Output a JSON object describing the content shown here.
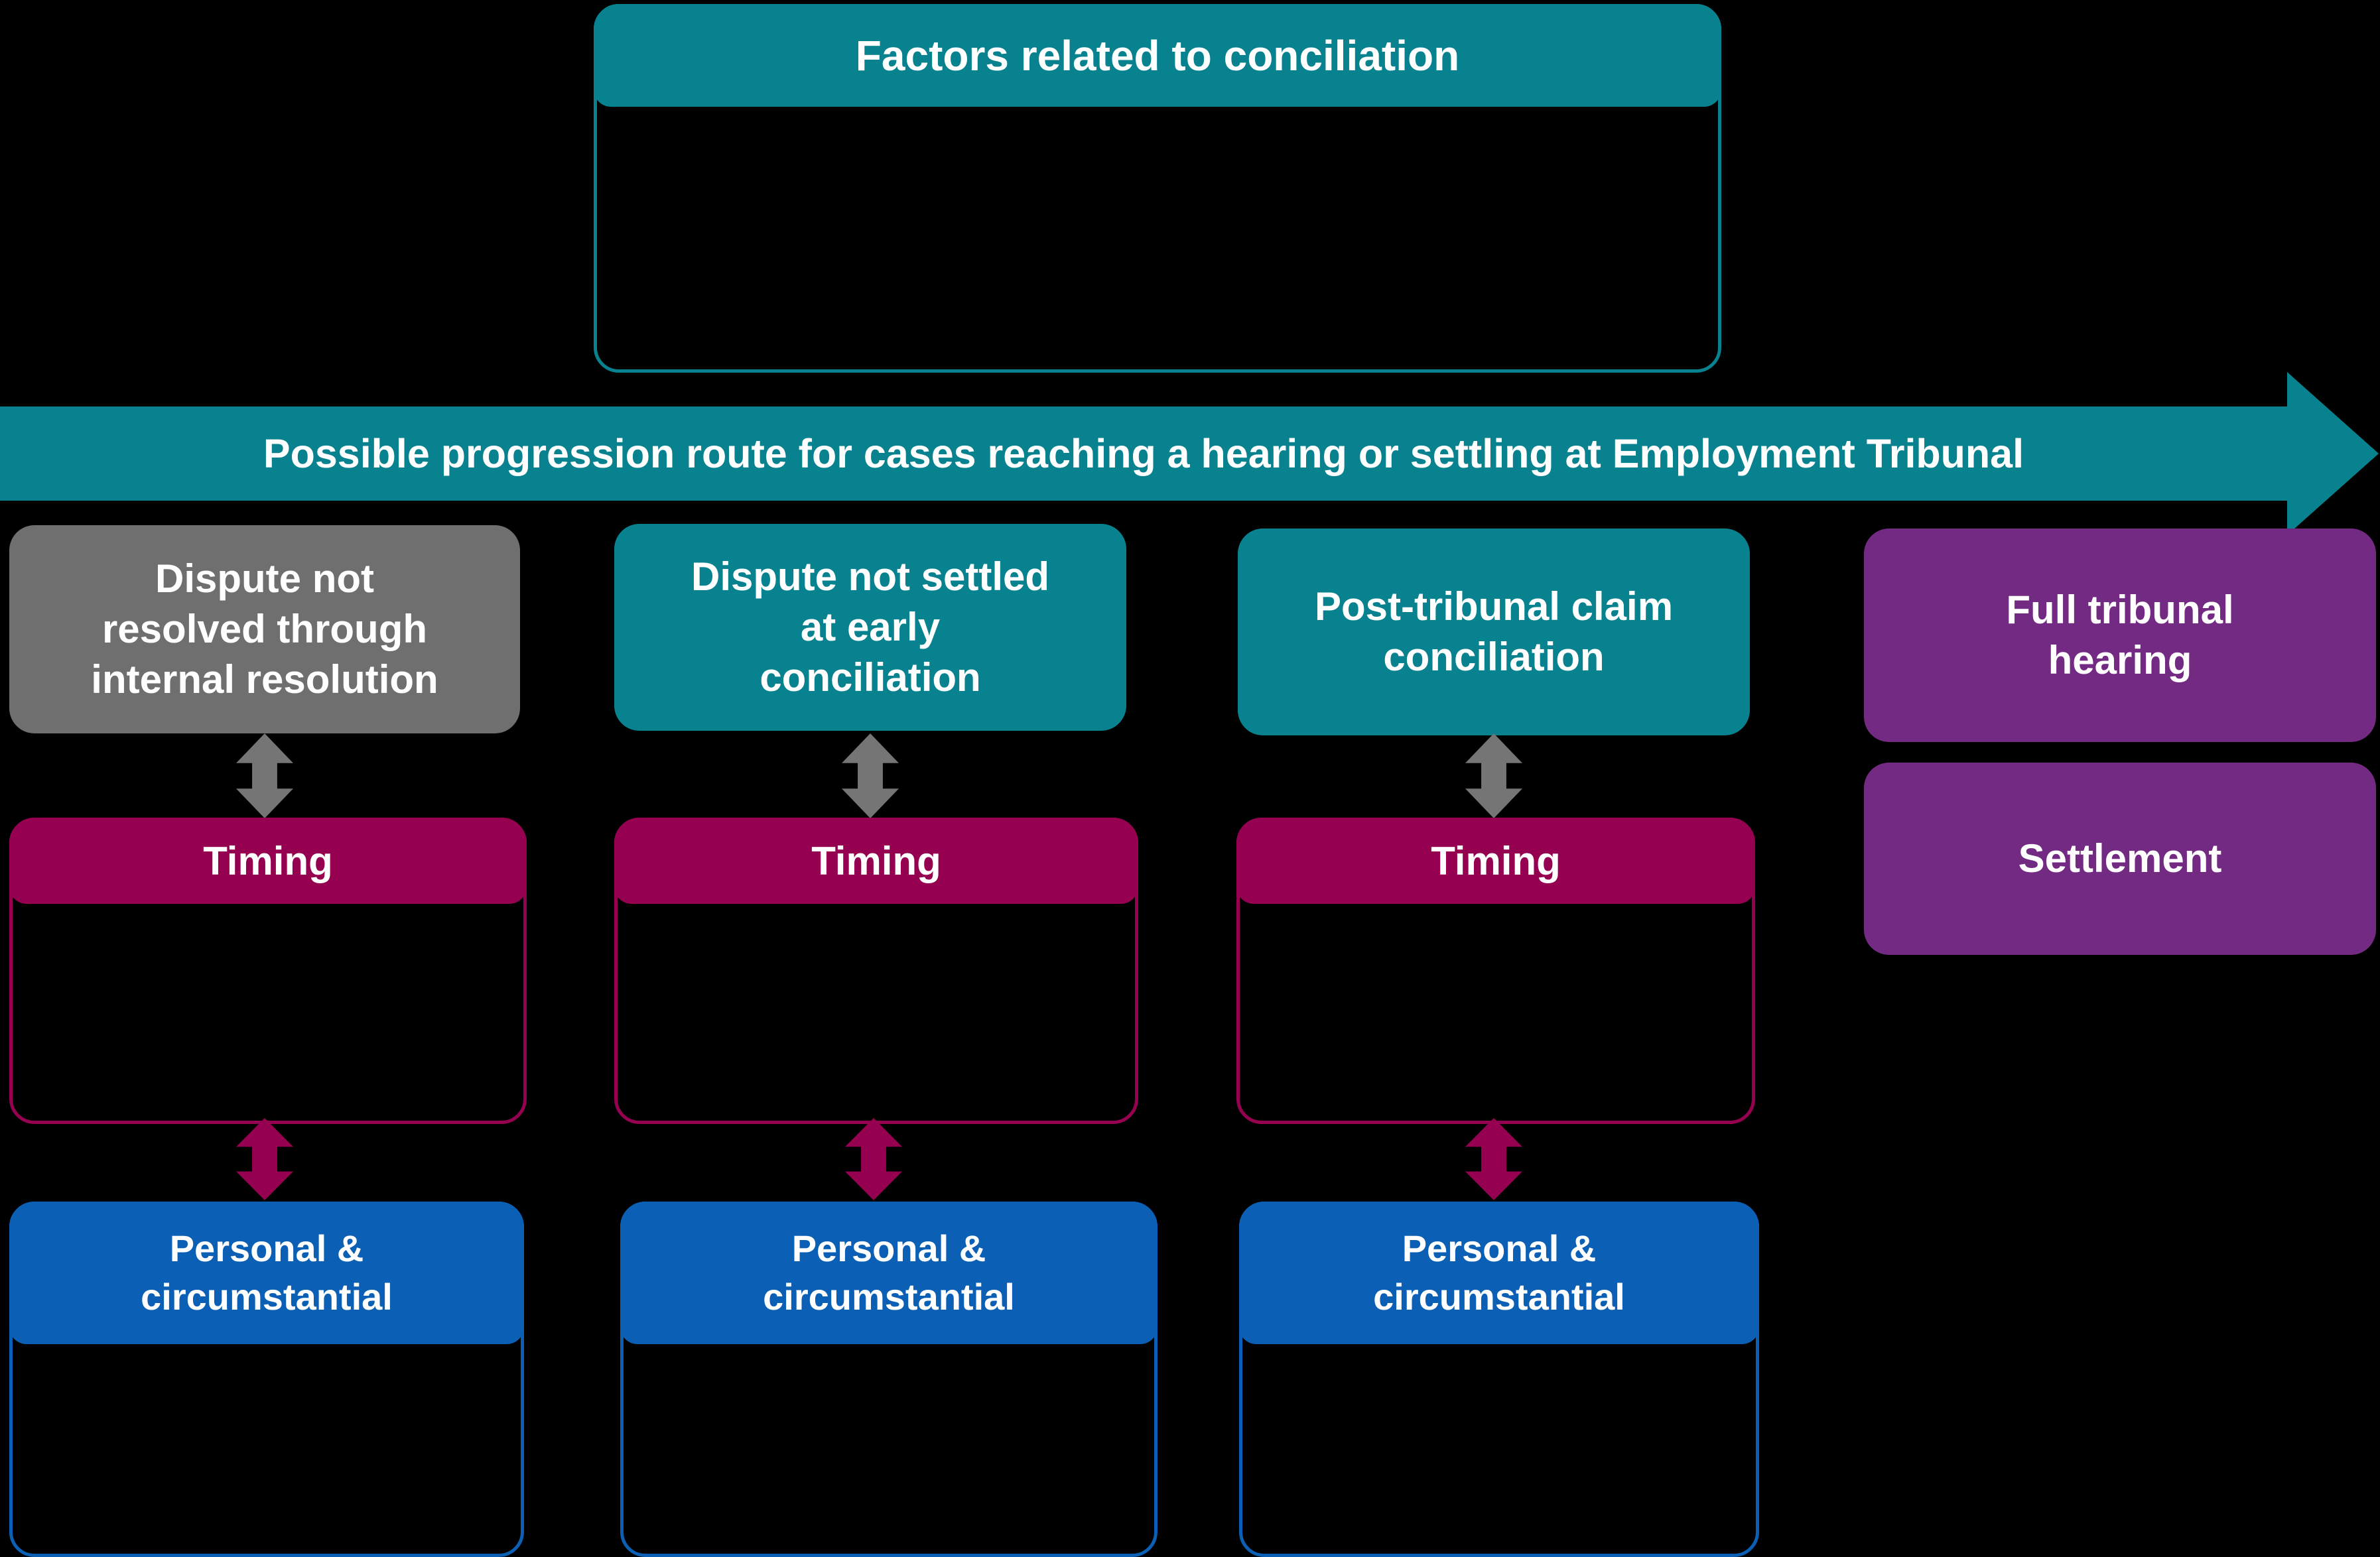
{
  "title_panel": {
    "title": "Factors related to conciliation"
  },
  "progression_banner": {
    "label": "Possible progression route for cases reaching a hearing or settling at Employment Tribunal"
  },
  "columns": [
    {
      "stage": {
        "label": "Dispute not\nresolved through\ninternal resolution"
      },
      "timing": {
        "title": "Timing"
      },
      "personal": {
        "title": "Personal &\ncircumstantial"
      }
    },
    {
      "stage": {
        "label": "Dispute not settled\nat early\nconciliation"
      },
      "timing": {
        "title": "Timing"
      },
      "personal": {
        "title": "Personal &\ncircumstantial"
      }
    },
    {
      "stage": {
        "label": "Post-tribunal claim\nconciliation"
      },
      "timing": {
        "title": "Timing"
      },
      "personal": {
        "title": "Personal &\ncircumstantial"
      }
    }
  ],
  "outcomes": [
    {
      "label": "Full tribunal\nhearing"
    },
    {
      "label": "Settlement"
    }
  ],
  "colors": {
    "background": "#000000",
    "teal": "#08828E",
    "raspberry": "#960051",
    "blue": "#0B5FB4",
    "purple": "#732A82",
    "grey_box": "#6F6F6F",
    "grey_arrow": "#757575",
    "text": "#FFFFFF"
  }
}
